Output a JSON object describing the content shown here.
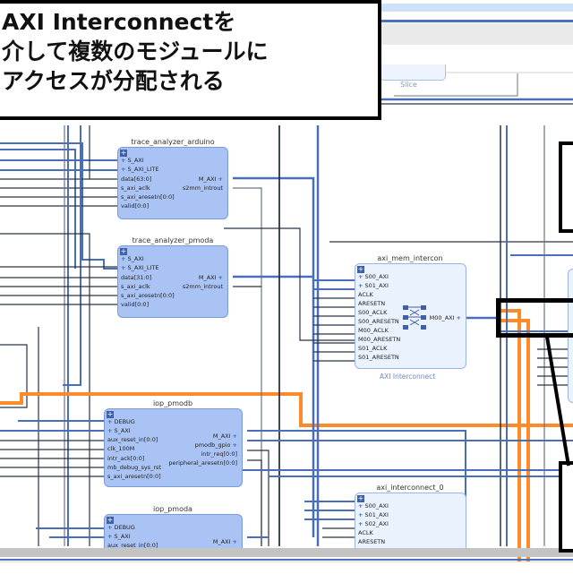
{
  "callout": {
    "lines": [
      "AXI Interconnectを",
      "介して複数のモジュールに",
      "アクセスが分配される"
    ]
  },
  "diagram": {
    "slice_label": "Slice",
    "blocks": {
      "trace_arduino": {
        "title": "trace_analyzer_arduino",
        "left_ports": [
          "S_AXI",
          "S_AXI_LITE",
          "data[63:0]",
          "s_axi_aclk",
          "s_axi_aresetn[0:0]",
          "valid[0:0]"
        ],
        "right_ports": [
          "M_AXI",
          "s2mm_introut"
        ]
      },
      "trace_pmoda": {
        "title": "trace_analyzer_pmoda",
        "left_ports": [
          "S_AXI",
          "S_AXI_LITE",
          "data[31:0]",
          "s_axi_aclk",
          "s_axi_aresetn[0:0]",
          "valid[0:0]"
        ],
        "right_ports": [
          "M_AXI",
          "s2mm_introut"
        ]
      },
      "axi_mem_intercon": {
        "title": "axi_mem_intercon",
        "left_ports": [
          "S00_AXI",
          "S01_AXI",
          "ACLK",
          "ARESETN",
          "S00_ACLK",
          "S00_ARESETN",
          "M00_ACLK",
          "M00_ARESETN",
          "S01_ACLK",
          "S01_ARESETN"
        ],
        "right_ports": [
          "M00_AXI"
        ],
        "subtitle": "AXI Interconnect"
      },
      "iop_pmodb": {
        "title": "iop_pmodb",
        "left_ports": [
          "DEBUG",
          "S_AXI",
          "aux_reset_in[0:0]",
          "clk_100M",
          "intr_ack[0:0]",
          "mb_debug_sys_rst",
          "s_axi_aresetn[0:0]"
        ],
        "right_ports": [
          "M_AXI",
          "pmodb_gpio",
          "intr_req[0:0]",
          "peripheral_aresetn[0:0]"
        ]
      },
      "iop_pmoda": {
        "title": "iop_pmoda",
        "left_ports": [
          "DEBUG",
          "S_AXI",
          "aux_reset_in[0:0]"
        ],
        "right_ports": [
          "M_AXI"
        ]
      },
      "axi_interconnect_0": {
        "title": "axi_interconnect_0",
        "left_ports": [
          "S00_AXI",
          "S01_AXI",
          "S02_AXI",
          "ACLK",
          "ARESETN"
        ]
      }
    },
    "colors": {
      "bus": "#4a6fb8",
      "wire": "#2a3444",
      "wire_gray": "#6b7480",
      "highlight": "#ff8a2a",
      "block_fill": "#aac3f5",
      "interconnect_fill": "#eaf2fd"
    }
  }
}
